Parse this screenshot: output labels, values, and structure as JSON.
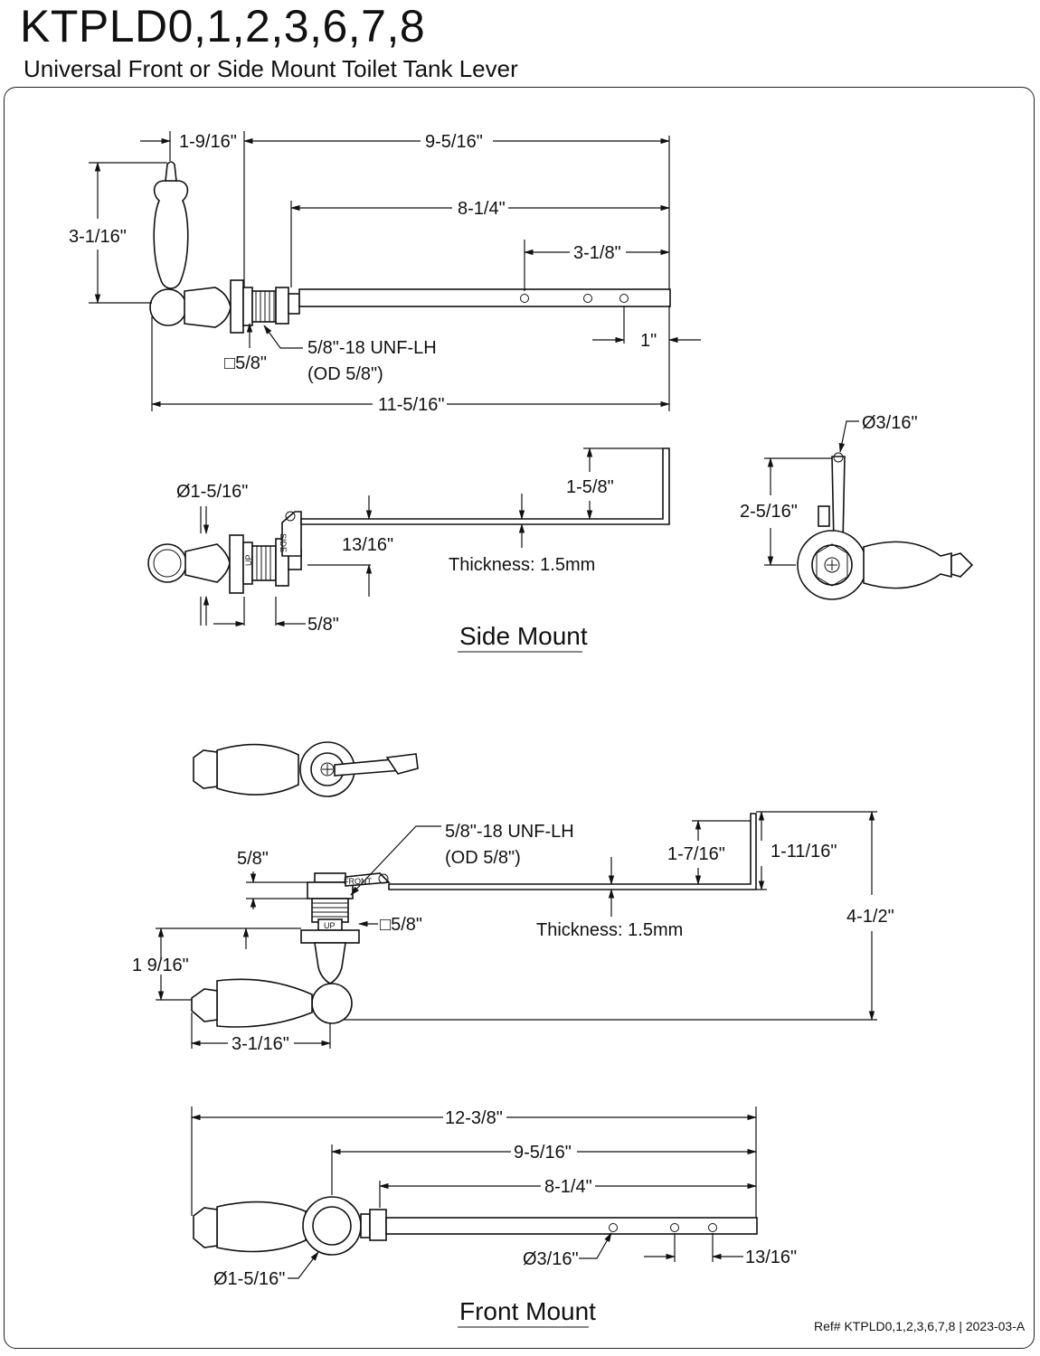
{
  "header": {
    "title": "KTPLD0,1,2,3,6,7,8",
    "subtitle": "Universal Front or Side Mount Toilet Tank Lever"
  },
  "top_view": {
    "dim_1_9_16": "1-9/16\"",
    "dim_9_5_16": "9-5/16\"",
    "dim_8_1_4": "8-1/4\"",
    "dim_3_1_8": "3-1/8\"",
    "dim_3_1_16": "3-1/16\"",
    "dim_1": "1\"",
    "dim_11_5_16": "11-5/16\"",
    "square": "□5/8\"",
    "thread": "5/8\"-18 UNF-LH",
    "thread_od": "(OD 5/8\")"
  },
  "side_mount": {
    "dim_diameter": "Ø1-5/16\"",
    "dim_1_5_8": "1-5/8\"",
    "dim_13_16": "13/16\"",
    "thickness": "Thickness: 1.5mm",
    "dim_5_8": "5/8\"",
    "dim_hole": "Ø3/16\"",
    "dim_2_5_16": "2-5/16\"",
    "section_title": "Side Mount",
    "side_mark": "SIDE",
    "up_mark": "UP"
  },
  "front_mount": {
    "thread": "5/8\"-18 UNF-LH",
    "thread_od": "(OD 5/8\")",
    "dim_5_8": "5/8\"",
    "dim_1_7_16": "1-7/16\"",
    "dim_1_11_16": "1-11/16\"",
    "dim_4_1_2": "4-1/2\"",
    "square": "□5/8\"",
    "thickness": "Thickness: 1.5mm",
    "dim_1_9_16": "1 9/16\"",
    "dim_3_1_16": "3-1/16\"",
    "dim_12_3_8": "12-3/8\"",
    "dim_9_5_16": "9-5/16\"",
    "dim_8_1_4": "8-1/4\"",
    "dim_hole": "Ø3/16\"",
    "dim_13_16": "13/16\"",
    "dim_diameter": "Ø1-5/16\"",
    "section_title": "Front Mount",
    "front_mark": "FRONT",
    "up_mark": "UP"
  },
  "footer": {
    "ref": "Ref# KTPLD0,1,2,3,6,7,8 | 2023-03-A"
  }
}
